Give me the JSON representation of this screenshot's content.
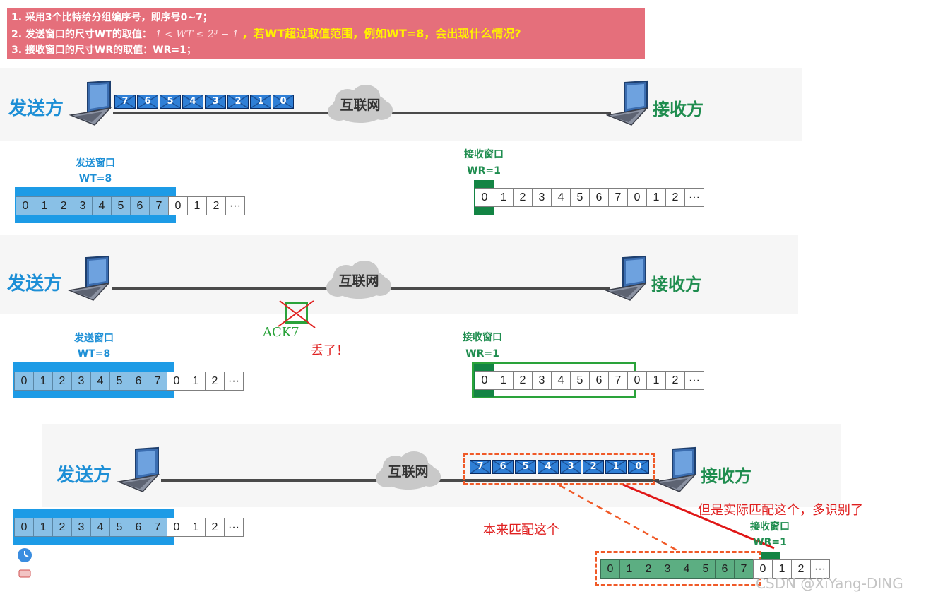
{
  "header": {
    "line1": "1. 采用3个比特给分组编序号，即序号0~7；",
    "line2_prefix": "2. 发送窗口的尺寸WT的取值：",
    "line2_math": "1 < WT ≤ 2³ − 1",
    "line2_suffix": "，若WT超过取值范围，例如WT=8，会出现什么情况?",
    "line3": "3. 接收窗口的尺寸WR的取值：WR=1；"
  },
  "labels": {
    "sender": "发送方",
    "receiver": "接收方",
    "internet": "互联网",
    "send_window_title": "发送窗口",
    "send_window_size": "WT=8",
    "recv_window_title": "接收窗口",
    "recv_window_size": "WR=1"
  },
  "packets": [
    "7",
    "6",
    "5",
    "4",
    "3",
    "2",
    "1",
    "0"
  ],
  "sequence": [
    "0",
    "1",
    "2",
    "3",
    "4",
    "5",
    "6",
    "7",
    "0",
    "1",
    "2",
    "···"
  ],
  "recv_sequence": [
    "0",
    "1",
    "2",
    "3",
    "4",
    "5",
    "6",
    "7",
    "0",
    "1",
    "2",
    "···"
  ],
  "annotations": {
    "ack": "ACK7",
    "lost": "丢了！",
    "intended": "本来匹配这个",
    "actual": "但是实际匹配这个，多识别了"
  },
  "watermark": "CSDN @XiYang-DING",
  "colors": {
    "banner": "#e56f7b",
    "sender_blue": "#1d8fd6",
    "receiver_green": "#1f8d4f",
    "alert_red": "#e02020",
    "ack_green": "#2aa33a"
  }
}
